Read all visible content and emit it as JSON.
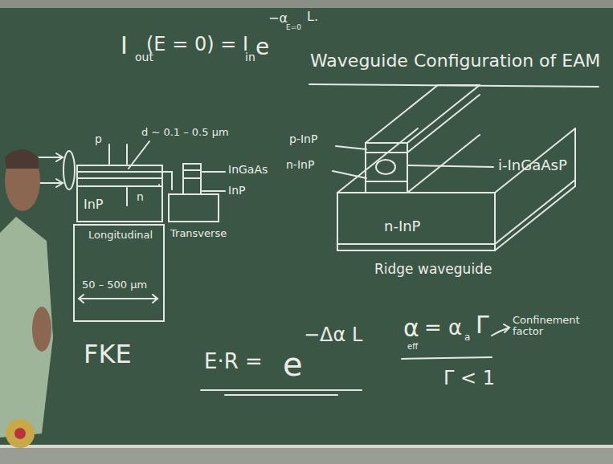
{
  "diagram": {
    "title": "Waveguide Configuration of EAM",
    "labels": [
      "I",
      "out",
      "(E = 0) = I",
      "in",
      "e",
      "−α",
      "E=0",
      "L.",
      "p",
      "d ~ 0.1 – 0.5 μm",
      "n",
      "InP",
      "Longitudinal",
      "50 – 500 μm",
      "InGaAs",
      "InP",
      "Transverse",
      "p-InP",
      "n-InP",
      "i-InGaAsP",
      "n-InP",
      "Ridge waveguide",
      "FKE",
      "E·R =",
      "e",
      "−Δα L",
      "α",
      "eff",
      "= α",
      "a",
      "Γ",
      "Confinement factor",
      "Γ < 1"
    ]
  }
}
